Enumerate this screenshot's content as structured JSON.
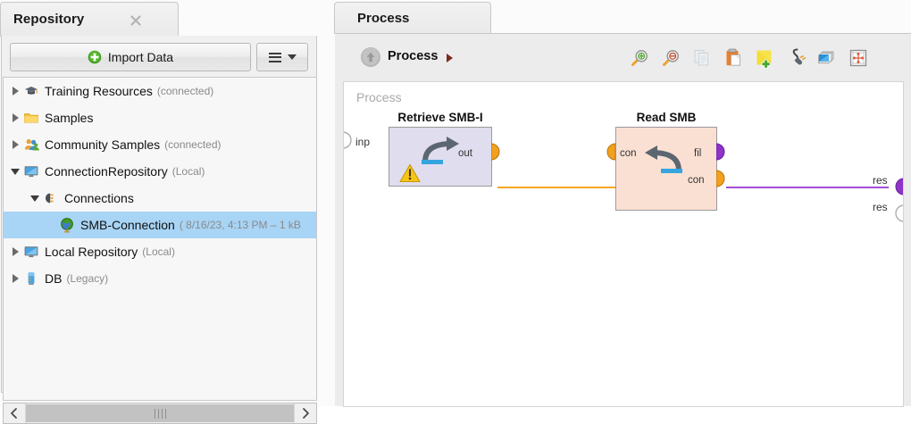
{
  "repository": {
    "tab": {
      "label": "Repository",
      "close_icon": "close-icon"
    },
    "toolbar": {
      "import_label": "Import Data",
      "import_icon": "plus-circle-icon",
      "menu_icon": "hamburger-icon",
      "menu_caret_icon": "chevron-down-icon"
    },
    "tree": [
      {
        "label": "Training Resources",
        "sub": "(connected)",
        "icon": "graduation-cap-icon",
        "state": "collapsed",
        "indent": 0,
        "selected": false
      },
      {
        "label": "Samples",
        "sub": "",
        "icon": "folder-icon",
        "state": "collapsed",
        "indent": 0,
        "selected": false
      },
      {
        "label": "Community Samples",
        "sub": "(connected)",
        "icon": "people-icon",
        "state": "collapsed",
        "indent": 0,
        "selected": false
      },
      {
        "label": "ConnectionRepository",
        "sub": "(Local)",
        "icon": "monitor-icon",
        "state": "expanded",
        "indent": 0,
        "selected": false
      },
      {
        "label": "Connections",
        "sub": "",
        "icon": "plug-icon",
        "state": "expanded",
        "indent": 1,
        "selected": false
      },
      {
        "label": "SMB-Connection",
        "sub": "( 8/16/23, 4:13 PM – 1 kB",
        "icon": "globe-icon",
        "state": "leaf",
        "indent": 2,
        "selected": true
      },
      {
        "label": "Local Repository",
        "sub": "(Local)",
        "icon": "monitor-icon",
        "state": "collapsed",
        "indent": 0,
        "selected": false
      },
      {
        "label": "DB",
        "sub": "(Legacy)",
        "icon": "database-icon",
        "state": "collapsed",
        "indent": 0,
        "selected": false
      }
    ],
    "scrollbar": {
      "left_icon": "chevron-left-icon",
      "right_icon": "chevron-right-icon",
      "grip_icon": "grip-icon"
    }
  },
  "process": {
    "tab": {
      "label": "Process"
    },
    "breadcrumb": {
      "icon": "up-arrow-circle-icon",
      "label": "Process",
      "arrow_icon": "triangle-right-icon"
    },
    "toolbar": [
      {
        "name": "zoom-in-icon",
        "title": "Zoom In",
        "enabled": true
      },
      {
        "name": "zoom-out-icon",
        "title": "Zoom Out",
        "enabled": true
      },
      {
        "name": "copy-icon",
        "title": "Copy",
        "enabled": false
      },
      {
        "name": "paste-icon",
        "title": "Paste",
        "enabled": true
      },
      {
        "name": "add-note-icon",
        "title": "Add Note",
        "enabled": true
      },
      {
        "name": "connection-plug-icon",
        "title": "Connections",
        "enabled": true
      },
      {
        "name": "layers-icon",
        "title": "Layers",
        "enabled": true
      },
      {
        "name": "auto-arrange-icon",
        "title": "Auto Arrange",
        "enabled": true
      }
    ],
    "canvas": {
      "title": "Process",
      "input_port": {
        "label": "inp",
        "filled": false
      },
      "output_ports": [
        {
          "label": "res",
          "filled": true
        },
        {
          "label": "res",
          "filled": false
        }
      ],
      "operators": [
        {
          "title": "Retrieve SMB-I",
          "fill": "#e0ddef",
          "border": "#9a9a9a",
          "warning": true,
          "warning_icon": "warning-triangle-icon",
          "glyph_icon": "retrieve-arrow-icon",
          "ports_left": [],
          "ports_right": [
            {
              "label": "out",
              "color": "#f2a01e"
            }
          ]
        },
        {
          "title": "Read SMB",
          "fill": "#fae0d3",
          "border": "#9a9a9a",
          "warning": false,
          "glyph_icon": "read-arrow-icon",
          "ports_left": [
            {
              "label": "con",
              "color": "#f2a01e"
            }
          ],
          "ports_right": [
            {
              "label": "fil",
              "color": "#8e34c9"
            },
            {
              "label": "con",
              "color": "#f2a01e"
            }
          ]
        }
      ],
      "wires": [
        {
          "from": "Retrieve SMB-I.out",
          "to": "Read SMB.con",
          "color": "#f5a623"
        },
        {
          "from": "Read SMB.fil",
          "to": "res",
          "color": "#a34fd8"
        }
      ]
    }
  },
  "colors": {
    "selection": "#a8d4f5",
    "orange_port": "#f2a01e",
    "purple_port": "#8e34c9",
    "wire_orange": "#f5a623",
    "wire_purple": "#a34fd8",
    "panel_bg": "#f0f0f0"
  }
}
